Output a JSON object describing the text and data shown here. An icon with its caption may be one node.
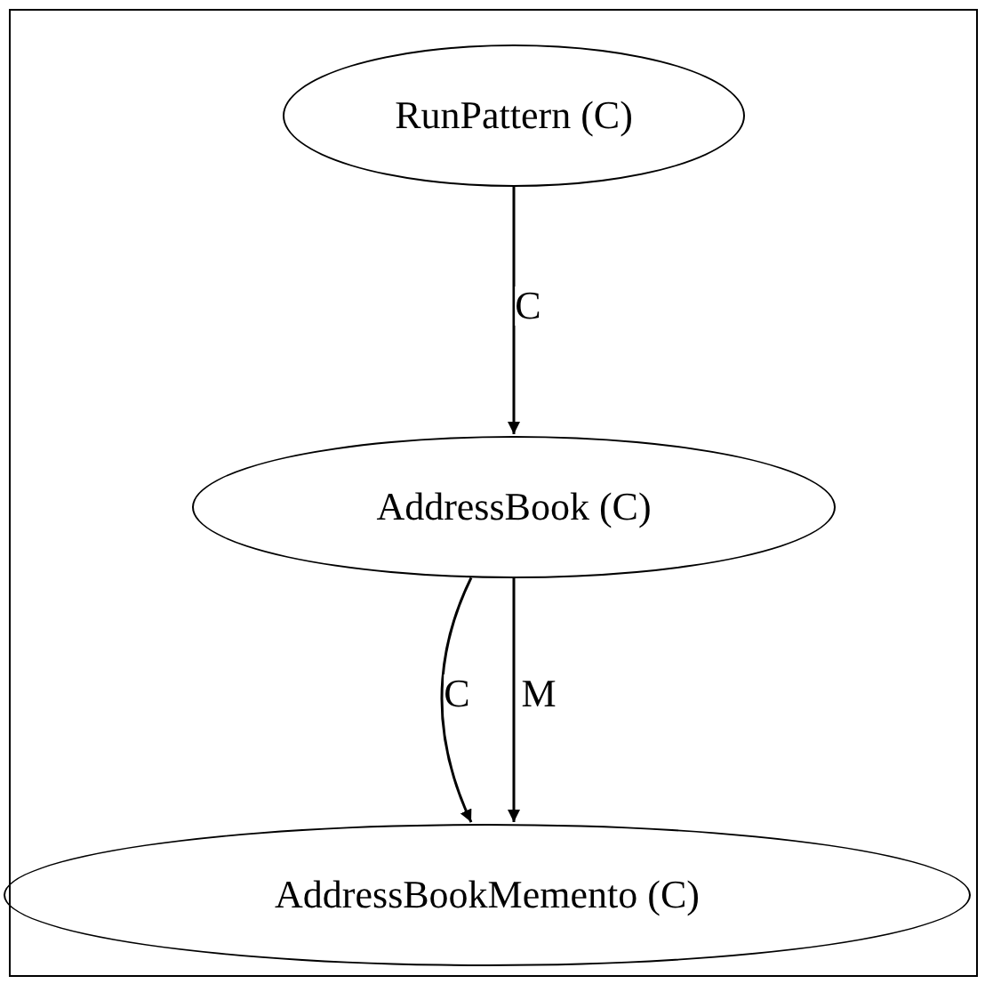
{
  "diagram": {
    "nodes": [
      {
        "text": [
          "RunPattern (C)"
        ]
      },
      {
        "text": [
          "AddressBook (C)"
        ]
      },
      {
        "text": [
          "AddressBookMemento (C)"
        ]
      }
    ],
    "edges": [
      {
        "from": 0,
        "to": 1,
        "arrow": "to",
        "label": "C"
      },
      {
        "from": 1,
        "to": 2,
        "arrow": "to",
        "label": "C"
      },
      {
        "from": 1,
        "to": 2,
        "arrow": "to",
        "label": "M"
      }
    ]
  }
}
